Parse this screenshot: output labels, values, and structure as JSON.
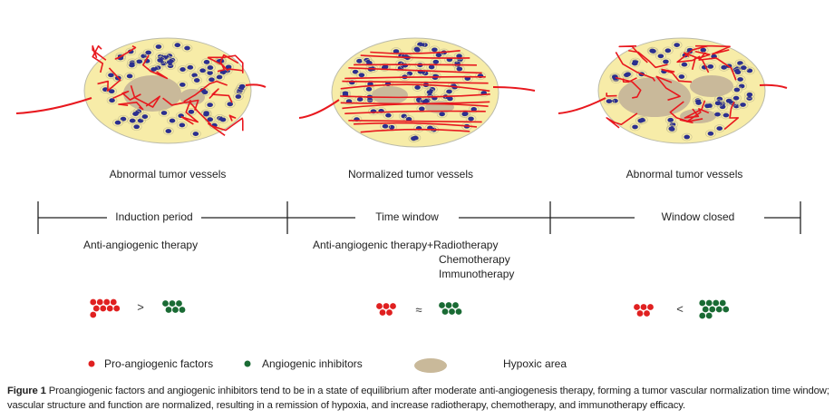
{
  "stages": [
    {
      "vessel_label": "Abnormal tumor vessels",
      "period_label": "Induction period",
      "ratio_symbol": ">",
      "red_dots": 9,
      "green_dots": 6
    },
    {
      "vessel_label": "Normalized tumor vessels",
      "period_label": "Time window",
      "ratio_symbol": "≈",
      "red_dots": 5,
      "green_dots": 6
    },
    {
      "vessel_label": "Abnormal tumor vessels",
      "period_label": "Window closed",
      "ratio_symbol": "<",
      "red_dots": 5,
      "green_dots": 10
    }
  ],
  "therapy": {
    "induction": "Anti-angiogenic therapy",
    "window_line1": "Anti-angiogenic therapy+Radiotherapy",
    "window_line2": "Chemotherapy",
    "window_line3": "Immunotherapy"
  },
  "legend": {
    "pro": "Pro-angiogenic factors",
    "inhibitors": "Angiogenic inhibitors",
    "hypoxic": "Hypoxic area"
  },
  "colors": {
    "pro": "#e02020",
    "inhibitor": "#1a6b34",
    "tumor": "#f7eca8",
    "hypoxic": "#c9b99a",
    "vessel": "#e8181e",
    "cell": "#2b2f8f"
  },
  "caption": {
    "label": "Figure 1",
    "text": "Proangiogenic factors and angiogenic inhibitors tend to be in a state of equilibrium after moderate anti-angiogenesis therapy, forming a tumor vascular normalization time window; vascular structure and function are normalized, resulting in a remission of hypoxia, and increase radiotherapy, chemotherapy, and immunotherapy efficacy."
  }
}
